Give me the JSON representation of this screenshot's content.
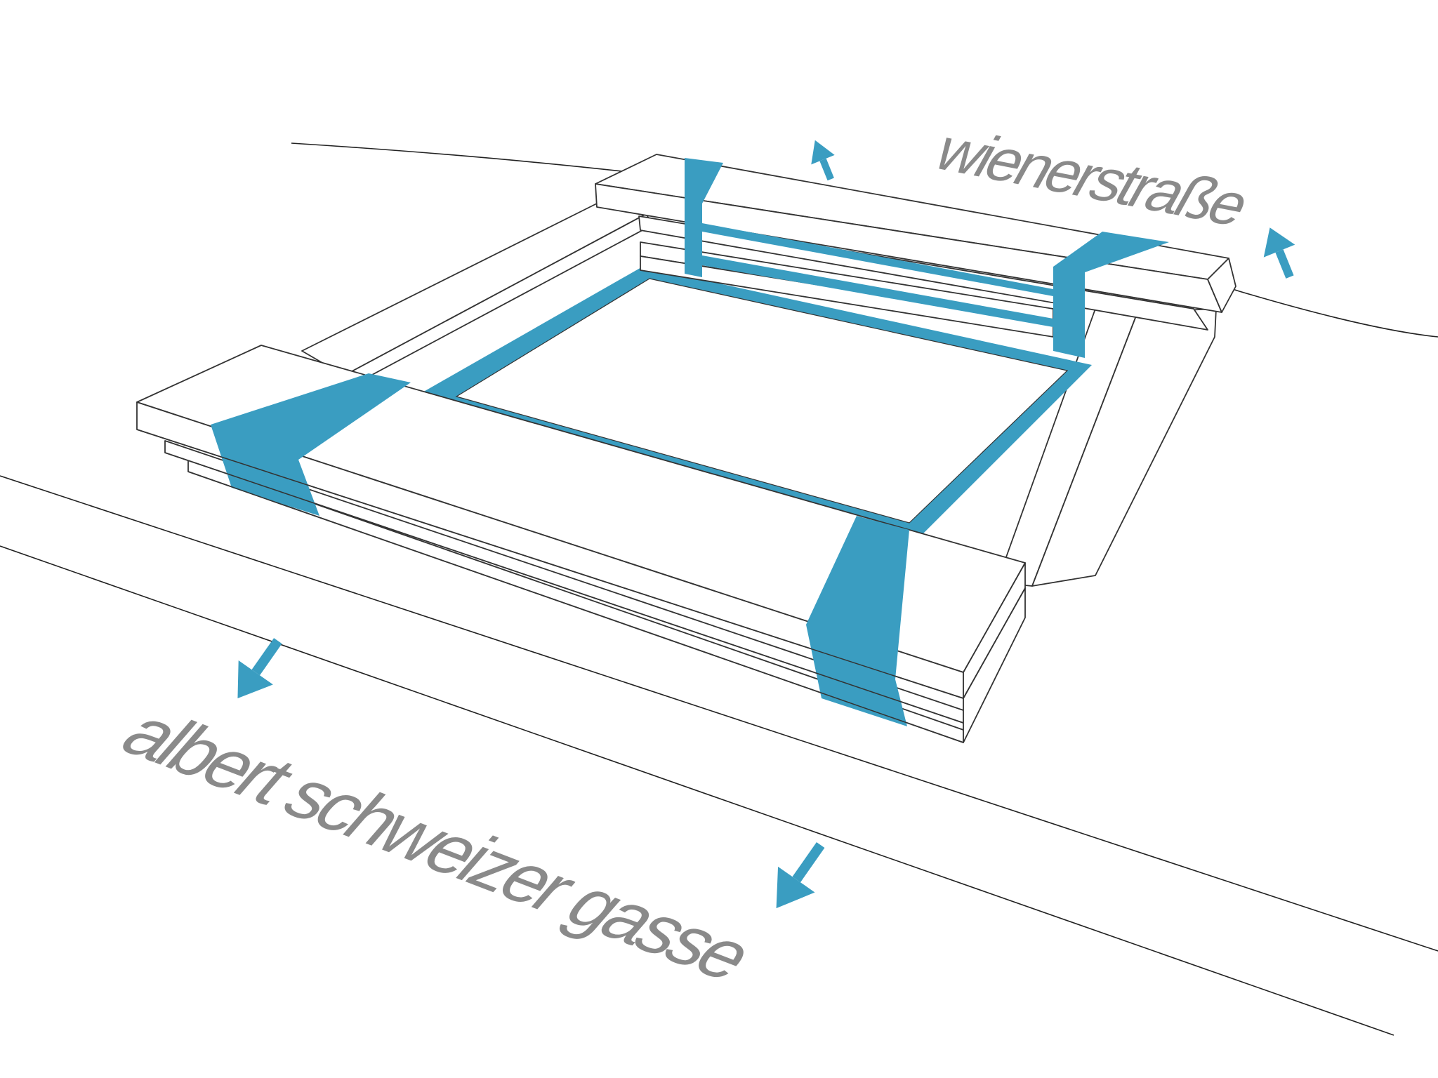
{
  "streets": {
    "north": "wienerstraße",
    "south": "albert schweizer gasse"
  },
  "colors": {
    "accent": "#3a9dc1",
    "label": "#8a8a8a",
    "line": "#222222",
    "background": "#ffffff"
  },
  "arrows": {
    "count": 4,
    "icon": "arrow-icon"
  }
}
